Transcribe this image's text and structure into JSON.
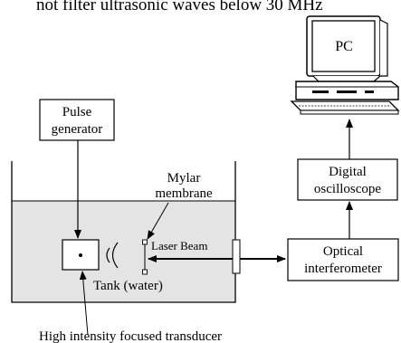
{
  "header_text": "not filter ultrasonic waves below 30 MHz",
  "pulse_generator": {
    "line1": "Pulse",
    "line2": "generator"
  },
  "pc": {
    "label": "PC"
  },
  "mylar": {
    "line1": "Mylar",
    "line2": "membrane"
  },
  "laser_beam": "Laser Beam",
  "tank_label": "Tank (water)",
  "transducer_label": "High intensity focused transducer",
  "oscilloscope": {
    "line1": "Digital",
    "line2": "oscilloscope"
  },
  "interferometer": {
    "line1": "Optical",
    "line2": "interferometer"
  },
  "colors": {
    "water": "#e4e4e4",
    "line": "#000000",
    "background": "#ffffff"
  }
}
